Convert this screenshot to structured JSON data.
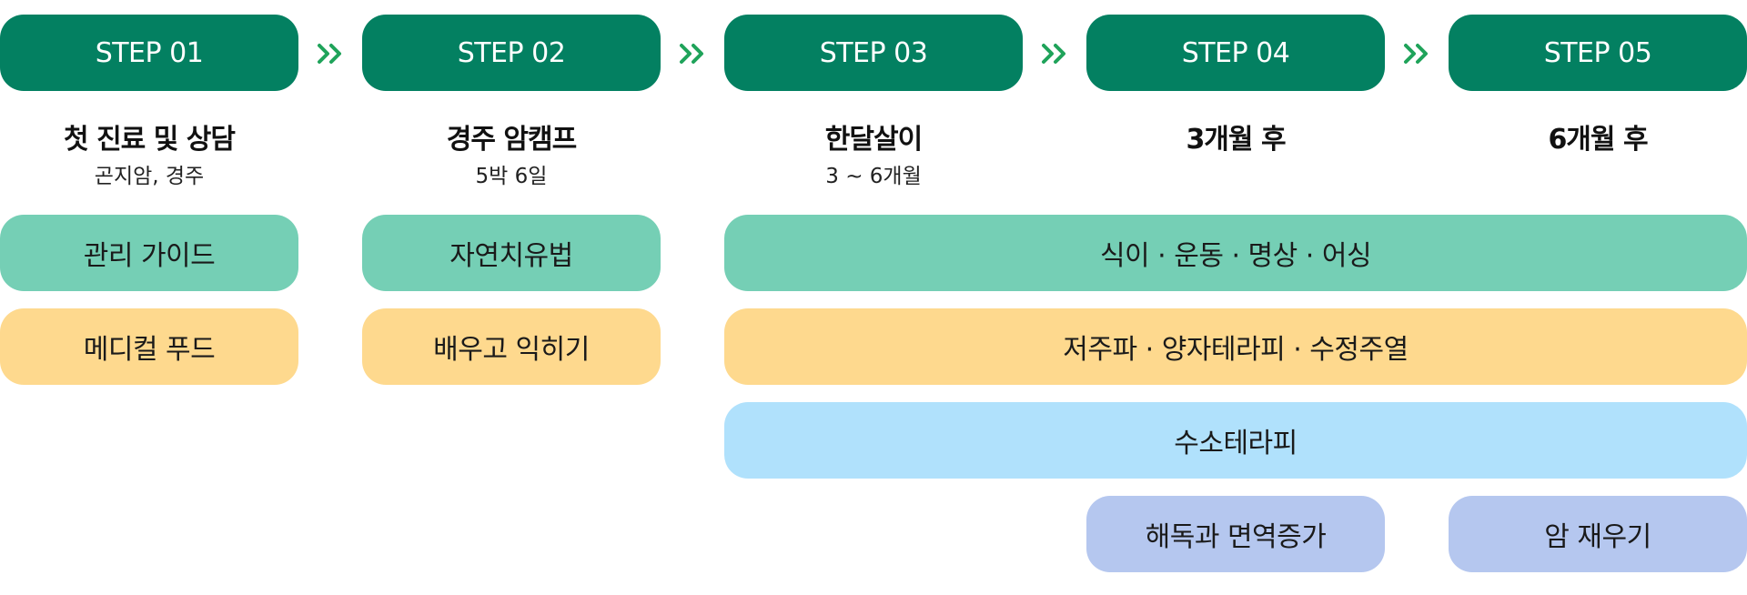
{
  "steps": [
    {
      "label": "STEP 01",
      "title": "첫 진료 및 상담",
      "subtitle": "곤지암, 경주"
    },
    {
      "label": "STEP 02",
      "title": "경주 암캠프",
      "subtitle": "5박 6일"
    },
    {
      "label": "STEP 03",
      "title": "한달살이",
      "subtitle": "3 ~ 6개월"
    },
    {
      "label": "STEP 04",
      "title": "3개월 후",
      "subtitle": ""
    },
    {
      "label": "STEP 05",
      "title": "6개월 후",
      "subtitle": ""
    }
  ],
  "arrow_icon": "double-chevron-right-icon",
  "programs": {
    "step1_green": "관리 가이드",
    "step1_yellow": "메디컬 푸드",
    "step2_green": "자연치유법",
    "step2_yellow": "배우고 익히기",
    "long_green": "식이 · 운동 · 명상 · 어싱",
    "long_yellow": "저주파 · 양자테라피 · 수정주열",
    "long_blue": "수소테라피",
    "step4_lavender": "해독과 면역증가",
    "step5_lavender": "암 재우기"
  },
  "colors": {
    "step_header": "#038061",
    "arrow": "#1fa35a",
    "green": "#75cfb5",
    "yellow": "#fed98e",
    "blue": "#b0e1fc",
    "lavender": "#b5c7ef"
  }
}
